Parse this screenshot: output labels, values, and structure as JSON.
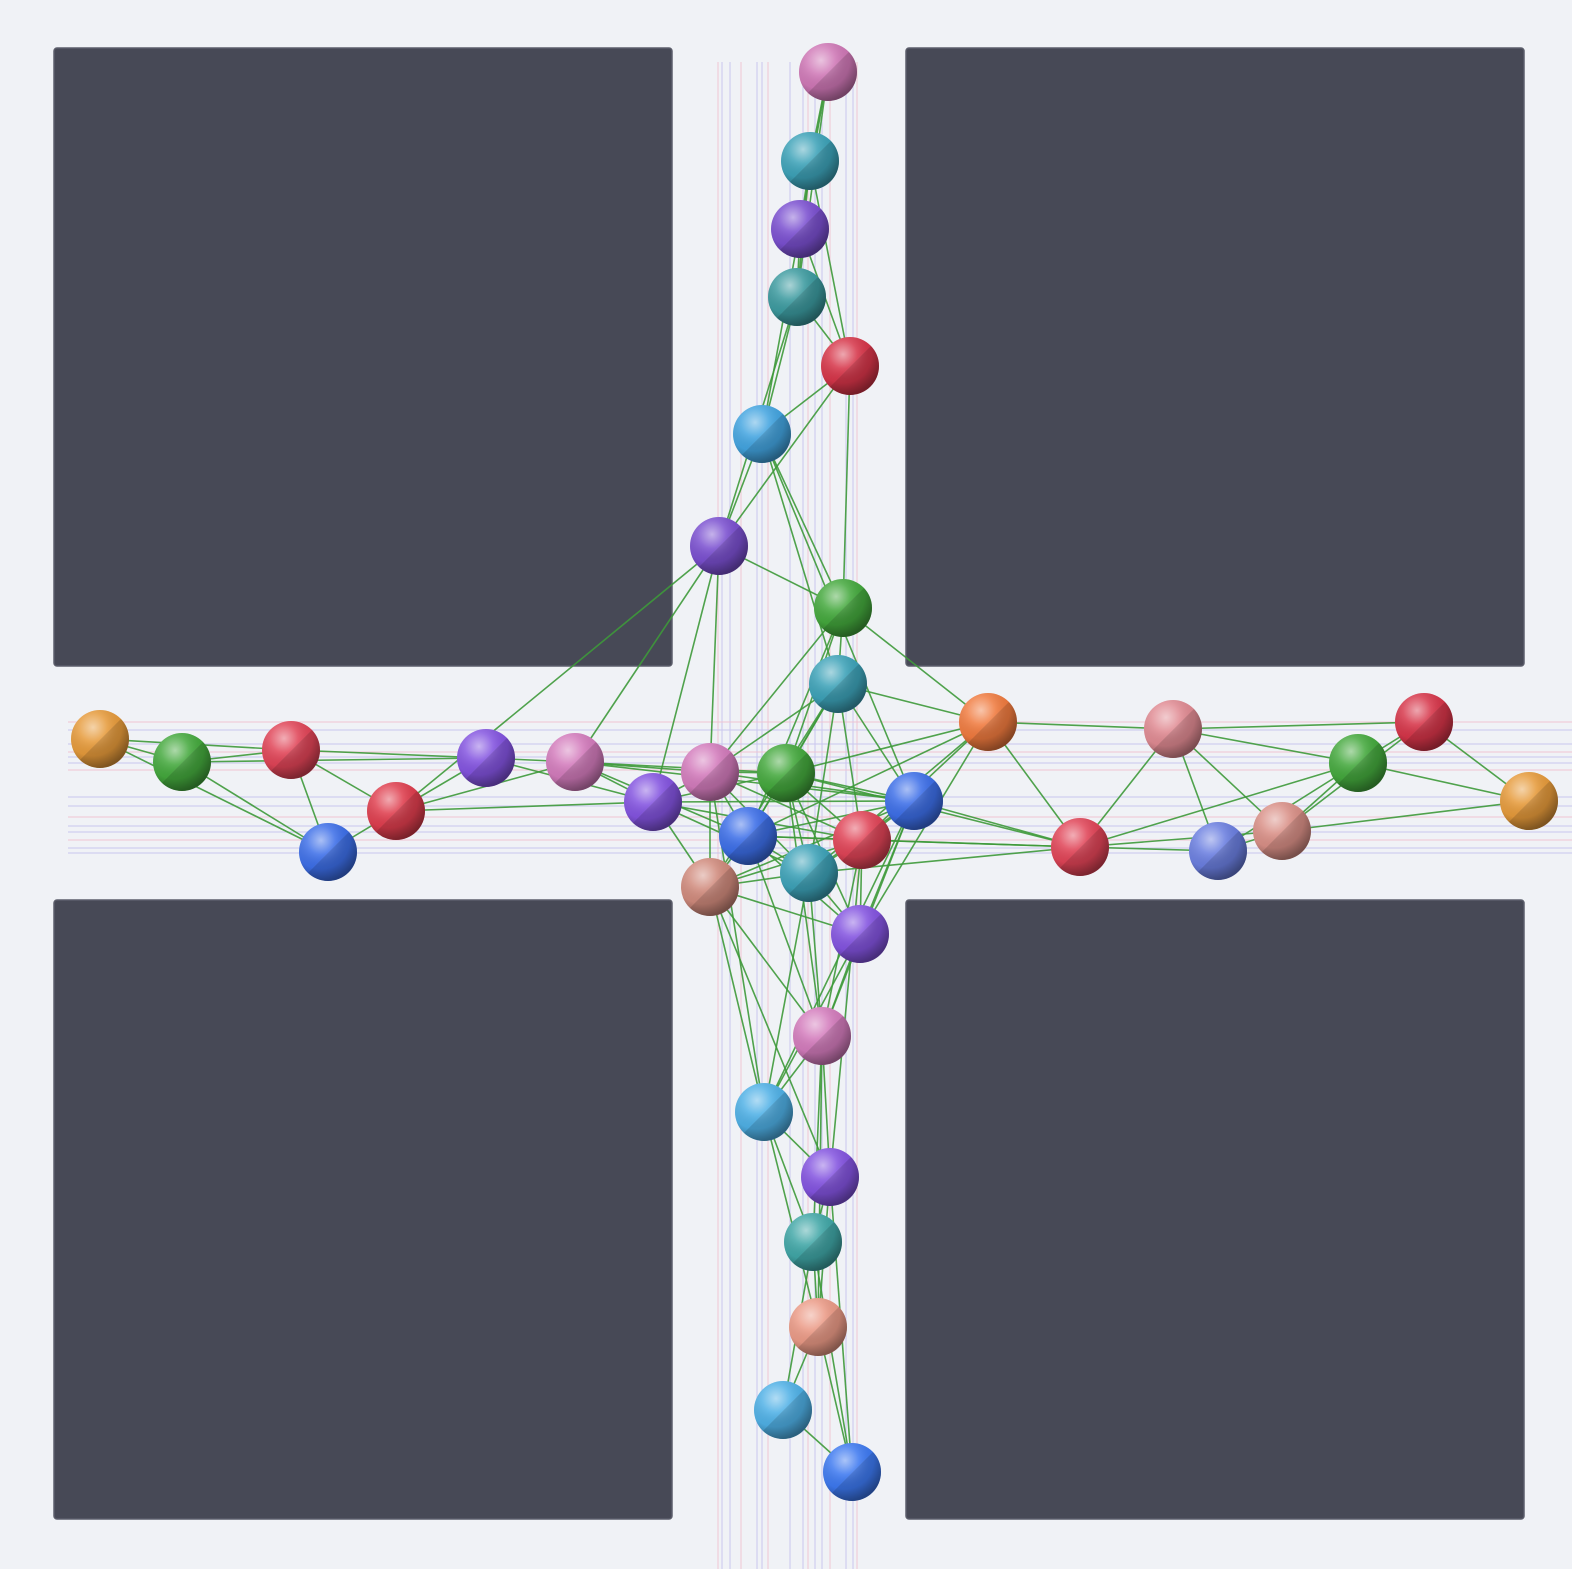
{
  "colors": {
    "background": "#f0f2f6",
    "block": "#474956",
    "block_edge": "#5c5e6b",
    "edge_line": "#3e9a3a",
    "trail_blue": "#c9c6ee",
    "trail_pink": "#efc4d2"
  },
  "blocks": [
    {
      "name": "block-top-left"
    },
    {
      "name": "block-top-right"
    },
    {
      "name": "block-bottom-left"
    },
    {
      "name": "block-bottom-right"
    }
  ],
  "agents": [
    {
      "id": 1,
      "color": "#cf77b6"
    },
    {
      "id": 2,
      "color": "#3ca2b8"
    },
    {
      "id": 3,
      "color": "#7a4fd0"
    },
    {
      "id": 4,
      "color": "#3b9a9f"
    },
    {
      "id": 5,
      "color": "#d63448"
    },
    {
      "id": 6,
      "color": "#42a4e0"
    },
    {
      "id": 7,
      "color": "#7a4fd0"
    },
    {
      "id": 8,
      "color": "#43a83c"
    },
    {
      "id": 9,
      "color": "#3ca2b8"
    },
    {
      "id": 10,
      "color": "#e69a3a"
    },
    {
      "id": 11,
      "color": "#43a83c"
    },
    {
      "id": 12,
      "color": "#e04356"
    },
    {
      "id": 13,
      "color": "#3c6ee8"
    },
    {
      "id": 14,
      "color": "#df3d4d"
    },
    {
      "id": 15,
      "color": "#8353e0"
    },
    {
      "id": 16,
      "color": "#d37bbc"
    },
    {
      "id": 17,
      "color": "#8353e0"
    },
    {
      "id": 18,
      "color": "#d37bbc"
    },
    {
      "id": 19,
      "color": "#43a83c"
    },
    {
      "id": 20,
      "color": "#3c6ee8"
    },
    {
      "id": 21,
      "color": "#3c6ee8"
    },
    {
      "id": 22,
      "color": "#e04356"
    },
    {
      "id": 23,
      "color": "#3ca2b8"
    },
    {
      "id": 24,
      "color": "#d08a7c"
    },
    {
      "id": 25,
      "color": "#8353e0"
    },
    {
      "id": 26,
      "color": "#f07a3e"
    },
    {
      "id": 27,
      "color": "#e08a92"
    },
    {
      "id": 28,
      "color": "#e04356"
    },
    {
      "id": 29,
      "color": "#6a7ee0"
    },
    {
      "id": 30,
      "color": "#d98f86"
    },
    {
      "id": 31,
      "color": "#43a83c"
    },
    {
      "id": 32,
      "color": "#d63448"
    },
    {
      "id": 33,
      "color": "#e69a3a"
    },
    {
      "id": 34,
      "color": "#d37bbc"
    },
    {
      "id": 35,
      "color": "#4eb0e6"
    },
    {
      "id": 36,
      "color": "#8353e0"
    },
    {
      "id": 37,
      "color": "#3fa6a6"
    },
    {
      "id": 38,
      "color": "#eb9a86"
    },
    {
      "id": 39,
      "color": "#4eb0e6"
    },
    {
      "id": 40,
      "color": "#3c78f0"
    }
  ],
  "links": [
    [
      1,
      2
    ],
    [
      1,
      3
    ],
    [
      1,
      4
    ],
    [
      2,
      3
    ],
    [
      2,
      4
    ],
    [
      3,
      4
    ],
    [
      3,
      5
    ],
    [
      4,
      5
    ],
    [
      2,
      5
    ],
    [
      4,
      6
    ],
    [
      5,
      6
    ],
    [
      3,
      6
    ],
    [
      6,
      7
    ],
    [
      5,
      7
    ],
    [
      4,
      7
    ],
    [
      7,
      8
    ],
    [
      6,
      8
    ],
    [
      5,
      8
    ],
    [
      7,
      16
    ],
    [
      7,
      18
    ],
    [
      7,
      17
    ],
    [
      7,
      14
    ],
    [
      8,
      9
    ],
    [
      8,
      26
    ],
    [
      9,
      26
    ],
    [
      9,
      18
    ],
    [
      9,
      19
    ],
    [
      9,
      20
    ],
    [
      9,
      21
    ],
    [
      9,
      22
    ],
    [
      9,
      23
    ],
    [
      9,
      24
    ],
    [
      8,
      18
    ],
    [
      8,
      19
    ],
    [
      8,
      21
    ],
    [
      6,
      9
    ],
    [
      6,
      20
    ],
    [
      10,
      11
    ],
    [
      10,
      12
    ],
    [
      10,
      13
    ],
    [
      11,
      12
    ],
    [
      11,
      13
    ],
    [
      11,
      15
    ],
    [
      12,
      13
    ],
    [
      12,
      14
    ],
    [
      12,
      15
    ],
    [
      13,
      14
    ],
    [
      14,
      15
    ],
    [
      14,
      16
    ],
    [
      15,
      16
    ],
    [
      14,
      17
    ],
    [
      15,
      17
    ],
    [
      16,
      17
    ],
    [
      16,
      18
    ],
    [
      16,
      19
    ],
    [
      16,
      20
    ],
    [
      16,
      21
    ],
    [
      17,
      18
    ],
    [
      17,
      19
    ],
    [
      17,
      20
    ],
    [
      17,
      22
    ],
    [
      17,
      23
    ],
    [
      17,
      24
    ],
    [
      18,
      19
    ],
    [
      18,
      20
    ],
    [
      18,
      21
    ],
    [
      18,
      22
    ],
    [
      18,
      23
    ],
    [
      18,
      24
    ],
    [
      19,
      20
    ],
    [
      19,
      21
    ],
    [
      19,
      22
    ],
    [
      19,
      23
    ],
    [
      19,
      26
    ],
    [
      20,
      21
    ],
    [
      20,
      22
    ],
    [
      20,
      23
    ],
    [
      20,
      24
    ],
    [
      21,
      22
    ],
    [
      21,
      23
    ],
    [
      21,
      26
    ],
    [
      21,
      28
    ],
    [
      22,
      23
    ],
    [
      22,
      24
    ],
    [
      22,
      25
    ],
    [
      22,
      26
    ],
    [
      22,
      28
    ],
    [
      23,
      24
    ],
    [
      23,
      25
    ],
    [
      23,
      26
    ],
    [
      23,
      28
    ],
    [
      24,
      25
    ],
    [
      24,
      34
    ],
    [
      25,
      34
    ],
    [
      26,
      27
    ],
    [
      26,
      28
    ],
    [
      26,
      21
    ],
    [
      27,
      28
    ],
    [
      27,
      29
    ],
    [
      27,
      30
    ],
    [
      27,
      31
    ],
    [
      27,
      32
    ],
    [
      28,
      29
    ],
    [
      28,
      30
    ],
    [
      28,
      31
    ],
    [
      29,
      30
    ],
    [
      29,
      31
    ],
    [
      30,
      31
    ],
    [
      30,
      32
    ],
    [
      31,
      32
    ],
    [
      31,
      33
    ],
    [
      30,
      33
    ],
    [
      32,
      33
    ],
    [
      28,
      19
    ],
    [
      28,
      20
    ],
    [
      28,
      22
    ],
    [
      25,
      26
    ],
    [
      23,
      34
    ],
    [
      22,
      34
    ],
    [
      21,
      34
    ],
    [
      20,
      34
    ],
    [
      19,
      34
    ],
    [
      24,
      35
    ],
    [
      25,
      35
    ],
    [
      34,
      35
    ],
    [
      34,
      36
    ],
    [
      34,
      37
    ],
    [
      35,
      36
    ],
    [
      35,
      37
    ],
    [
      36,
      37
    ],
    [
      36,
      38
    ],
    [
      37,
      38
    ],
    [
      37,
      39
    ],
    [
      38,
      39
    ],
    [
      38,
      40
    ],
    [
      39,
      40
    ],
    [
      37,
      40
    ],
    [
      36,
      40
    ],
    [
      35,
      38
    ],
    [
      34,
      38
    ],
    [
      22,
      36
    ],
    [
      23,
      35
    ],
    [
      20,
      35
    ],
    [
      18,
      35
    ],
    [
      24,
      36
    ],
    [
      27,
      26
    ],
    [
      19,
      25
    ],
    [
      20,
      25
    ],
    [
      21,
      25
    ],
    [
      21,
      24
    ]
  ]
}
